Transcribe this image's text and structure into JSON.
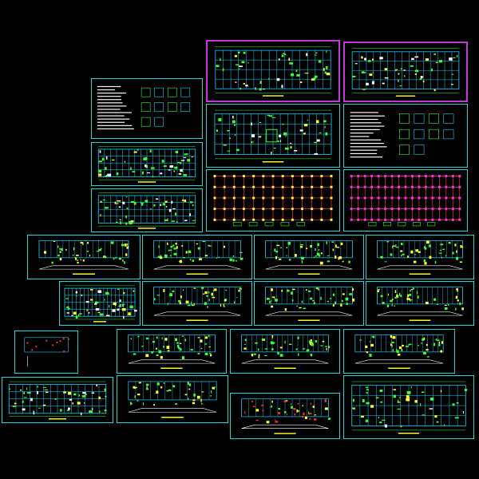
{
  "drawing_set": {
    "background": "#000000",
    "frame_color": "#2ad4d4",
    "highlight_frame_color": "#c23ad6",
    "line_colors": [
      "#1fd6ff",
      "#3cff3c",
      "#ffff33",
      "#ff3333",
      "#ffffff",
      "#ff33ff"
    ]
  },
  "sheets": [
    {
      "key": "typical-floor-plan-a",
      "style": "plan",
      "frame": "highlight"
    },
    {
      "key": "typical-floor-plan-b",
      "style": "plan",
      "frame": "highlight"
    },
    {
      "key": "general-notes-sheet",
      "style": "notes",
      "frame": "normal"
    },
    {
      "key": "ground-floor-plan",
      "style": "plan-colored",
      "frame": "normal"
    },
    {
      "key": "notes-and-details-sheet",
      "style": "notes",
      "frame": "normal"
    },
    {
      "key": "small-floor-plan-1",
      "style": "plan",
      "frame": "normal"
    },
    {
      "key": "small-floor-plan-2",
      "style": "plan",
      "frame": "normal"
    },
    {
      "key": "foundation-grid-plan",
      "style": "grid-red",
      "frame": "normal"
    },
    {
      "key": "beam-layout-plan",
      "style": "grid-red-dense",
      "frame": "normal"
    },
    {
      "key": "elevation-1",
      "style": "elevation",
      "frame": "normal"
    },
    {
      "key": "elevation-2",
      "style": "elevation",
      "frame": "normal"
    },
    {
      "key": "elevation-3",
      "style": "elevation",
      "frame": "normal"
    },
    {
      "key": "elevation-4",
      "style": "elevation",
      "frame": "normal"
    },
    {
      "key": "section-stack",
      "style": "plan",
      "frame": "normal"
    },
    {
      "key": "elevation-5",
      "style": "elevation",
      "frame": "normal"
    },
    {
      "key": "elevation-6",
      "style": "elevation",
      "frame": "normal"
    },
    {
      "key": "elevation-7",
      "style": "elevation",
      "frame": "normal"
    },
    {
      "key": "small-detail-sheet",
      "style": "detail",
      "frame": "normal"
    },
    {
      "key": "elevation-8",
      "style": "elevation",
      "frame": "normal"
    },
    {
      "key": "elevation-9",
      "style": "elevation",
      "frame": "normal"
    },
    {
      "key": "elevation-10",
      "style": "elevation",
      "frame": "normal"
    },
    {
      "key": "long-plan-1",
      "style": "plan",
      "frame": "normal"
    },
    {
      "key": "elevation-11",
      "style": "elevation",
      "frame": "normal"
    },
    {
      "key": "elevation-12-mixed",
      "style": "elevation-red",
      "frame": "normal"
    },
    {
      "key": "top-floor-plan",
      "style": "plan",
      "frame": "normal"
    }
  ]
}
